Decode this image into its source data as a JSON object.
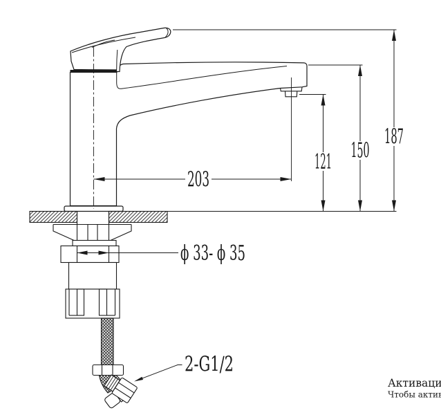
{
  "drawing": {
    "labels": {
      "spout_reach": "203",
      "aerator_height": "121",
      "spout_height": "150",
      "overall_height": "187",
      "hole_diameter": "ϕ 33- ϕ 35",
      "thread_spec": "2-G1/2"
    },
    "watermark": {
      "line1": "Активация",
      "line2": "Чтобы активи"
    },
    "colors": {
      "line": "#1a1a1a",
      "watermark_line1": "#b9bdc3",
      "watermark_line2": "#c8ccd2"
    }
  }
}
